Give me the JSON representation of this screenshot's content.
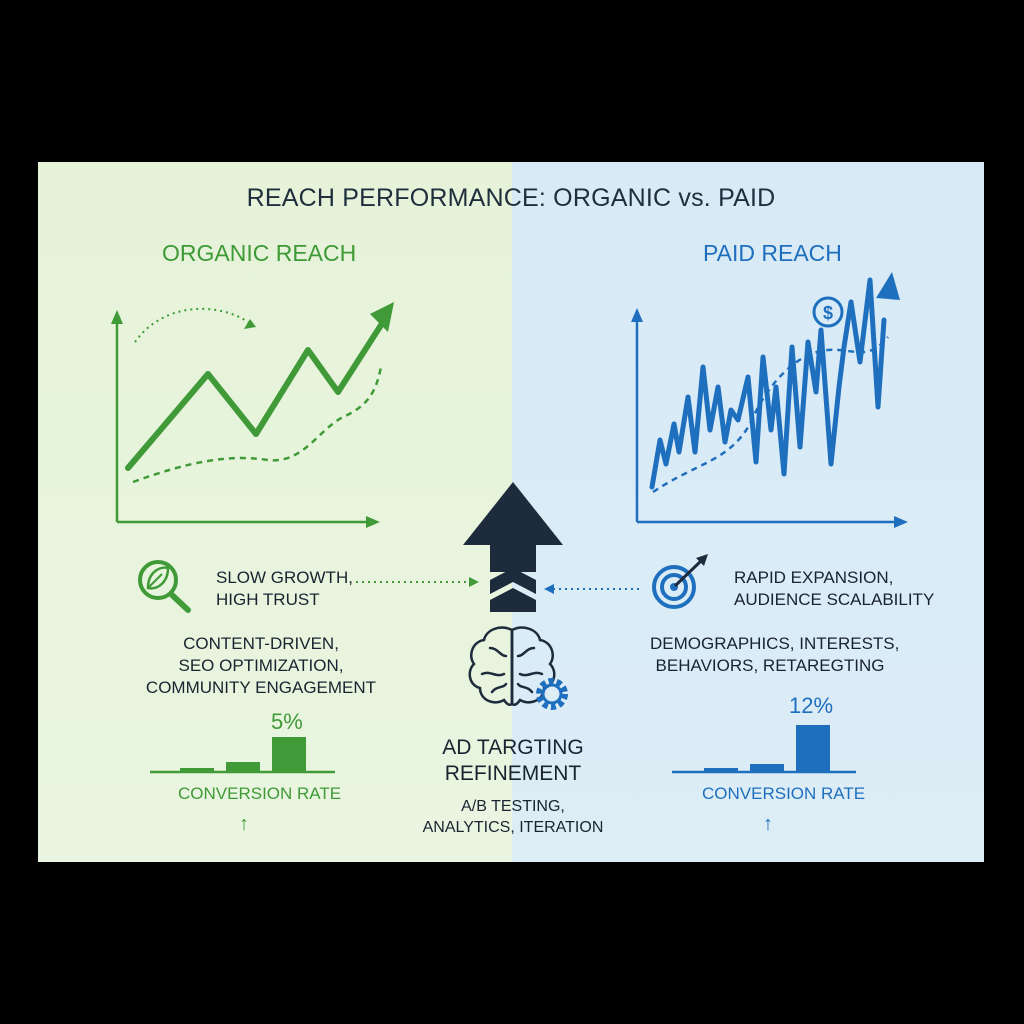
{
  "title": "REACH PERFORMANCE: ORGANIC vs. PAID",
  "organic": {
    "heading": "ORGANIC REACH",
    "trait_lines": [
      "SLOW GROWTH,",
      "HIGH TRUST"
    ],
    "method_lines": [
      "CONTENT-DRIVEN,",
      "SEO OPTIMIZATION,",
      "COMMUNITY ENGAGEMENT"
    ],
    "conversion_value": "5%",
    "conversion_label": "CONVERSION RATE",
    "up_arrow": "↑"
  },
  "paid": {
    "heading": "PAID REACH",
    "trait_lines": [
      "RAPID EXPANSION,",
      "AUDIENCE SCALABILITY"
    ],
    "method_lines": [
      "DEMOGRAPHICS, INTERESTS,",
      "BEHAVIORS, RETAREGTING"
    ],
    "conversion_value": "12%",
    "conversion_label": "CONVERSION RATE",
    "up_arrow": "↑"
  },
  "center": {
    "label_lines": [
      "AD TARGTING",
      "REFINEMENT"
    ],
    "sub_lines": [
      "A/B TESTING,",
      "ANALYTICS, ITERATION"
    ]
  },
  "colors": {
    "green": "#3f9a37",
    "blue": "#1f6fbf",
    "navy": "#1d2b3c"
  },
  "icons": [
    "leaf-magnifier-icon",
    "target-arrow-icon",
    "brain-gear-icon",
    "dollar-coin-icon",
    "up-arrow-icon"
  ]
}
